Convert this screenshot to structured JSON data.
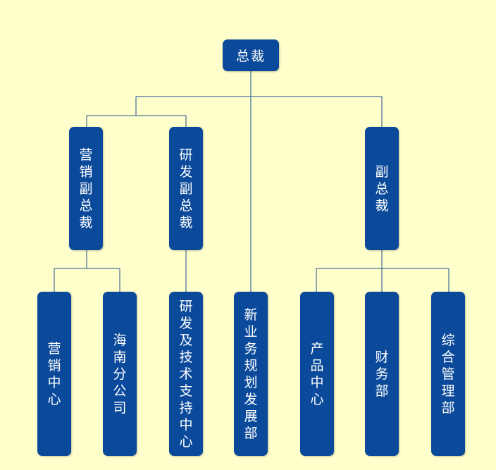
{
  "colors": {
    "background": "#FFFFCC",
    "box": "#0B4A9B",
    "line": "#1F4E8C",
    "text": "#FFFFFF"
  },
  "org": {
    "ceo": "总裁",
    "sales_vp": "营销副总裁",
    "rd_vp": "研发副总裁",
    "vp": "副总裁",
    "sales_center": "营销中心",
    "hainan_branch": "海南分公司",
    "rd_tech_support": "研发及技术支持中心",
    "new_business_dept": "新业务规划发展部",
    "product_center": "产品中心",
    "finance_dept": "财务部",
    "admin_dept": "综合管理部"
  }
}
